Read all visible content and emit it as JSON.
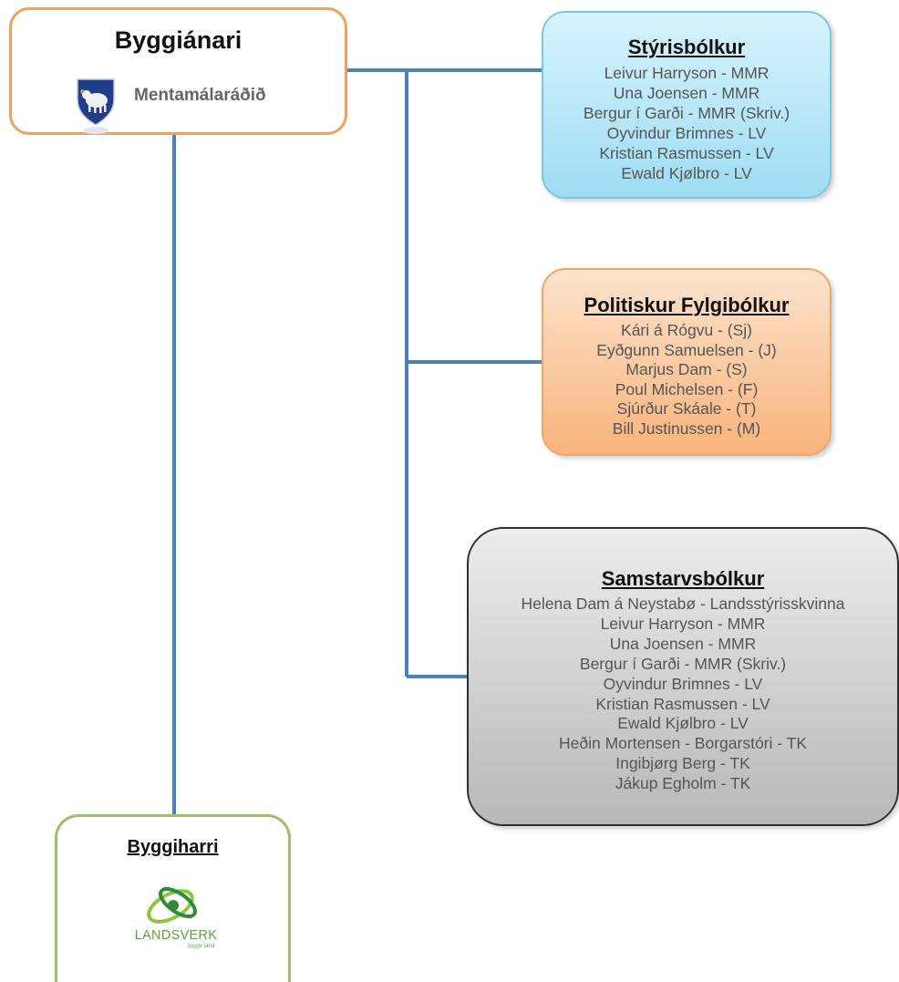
{
  "owner": {
    "title": "Byggiánari",
    "ministry": "Mentamálaráðið",
    "crest_icon": "faroese-ram-crest-icon"
  },
  "groups": {
    "steering": {
      "title": "Stýrisbólkur",
      "members": [
        "Leivur Harryson - MMR",
        "Una Joensen - MMR",
        "Bergur í Garði - MMR (Skriv.)",
        "Oyvindur Brimnes - LV",
        "Kristian Rasmussen - LV",
        "Ewald Kjølbro - LV"
      ]
    },
    "political": {
      "title": "Politiskur Fylgibólkur",
      "members": [
        "Kári á Rógvu - (Sj)",
        "Eyðgunn Samuelsen - (J)",
        "Marjus Dam - (S)",
        "Poul Michelsen - (F)",
        "Sjúrður Skáale - (T)",
        "Bill Justinussen - (M)"
      ]
    },
    "cooperation": {
      "title": "Samstarvsbólkur",
      "members": [
        "Helena Dam á Neystabø - Landsstýrisskvinna",
        "Leivur Harryson - MMR",
        "Una Joensen - MMR",
        "Bergur í Garði - MMR (Skriv.)",
        "Oyvindur Brimnes - LV",
        "Kristian Rasmussen - LV",
        "Ewald Kjølbro - LV",
        "Heðin  Mortensen - Borgarstóri  - TK",
        "Ingibjørg Berg - TK",
        "Jákup Egholm - TK"
      ]
    }
  },
  "builder": {
    "title": "Byggiharri",
    "logo_name": "LANDSVERK",
    "logo_tagline": "byggir land",
    "logo_icon": "landsverk-logo-icon"
  },
  "colors": {
    "connector": "#4f7ebd",
    "owner_border": "#f0a25a",
    "steering_fill": "#9edcf3",
    "political_fill": "#f8b47c",
    "cooperation_fill": "#c4c4c4",
    "builder_border": "#9cc06a",
    "landsverk_green": "#5aa538"
  }
}
